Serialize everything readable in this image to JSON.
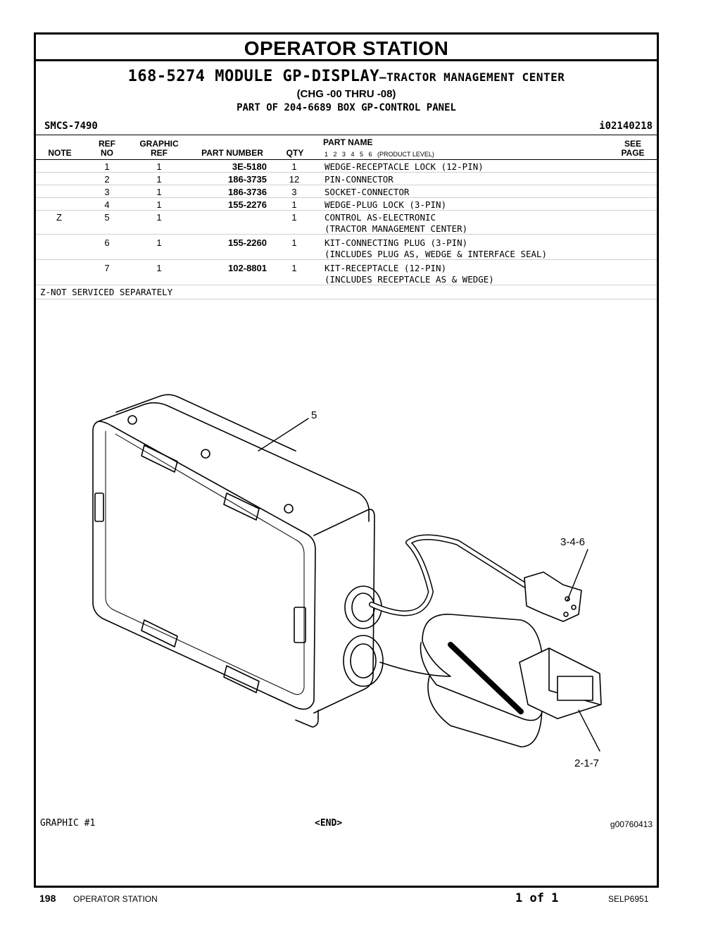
{
  "header": {
    "title": "OPERATOR STATION",
    "module_number": "168-5274 MODULE GP-DISPLAY",
    "module_suffix": "—TRACTOR MANAGEMENT CENTER",
    "chg": "(CHG -00 THRU -08)",
    "part_of": "PART OF 204-6689 BOX GP-CONTROL PANEL",
    "smcs": "SMCS-7490",
    "info_ref": "i02140218"
  },
  "columns": {
    "note": "NOTE",
    "ref_top": "REF",
    "ref_bottom": "NO",
    "graphic_top": "GRAPHIC",
    "graphic_bottom": "REF",
    "part_number": "PART NUMBER",
    "qty": "QTY",
    "part_name": "PART NAME",
    "product_level": "1   2   3   4   5   6   (PRODUCT LEVEL)",
    "see_top": "SEE",
    "see_bottom": "PAGE"
  },
  "parts": [
    {
      "note": "",
      "ref": "1",
      "gref": "1",
      "pn": "3E-5180",
      "qty": "1",
      "name": "WEDGE-RECEPTACLE LOCK (12-PIN)",
      "name2": ""
    },
    {
      "note": "",
      "ref": "2",
      "gref": "1",
      "pn": "186-3735",
      "qty": "12",
      "name": "PIN-CONNECTOR",
      "name2": ""
    },
    {
      "note": "",
      "ref": "3",
      "gref": "1",
      "pn": "186-3736",
      "qty": "3",
      "name": "SOCKET-CONNECTOR",
      "name2": ""
    },
    {
      "note": "",
      "ref": "4",
      "gref": "1",
      "pn": "155-2276",
      "qty": "1",
      "name": "WEDGE-PLUG LOCK (3-PIN)",
      "name2": ""
    },
    {
      "note": "Z",
      "ref": "5",
      "gref": "1",
      "pn": "",
      "qty": "1",
      "name": "CONTROL AS-ELECTRONIC",
      "name2": "(TRACTOR MANAGEMENT CENTER)"
    },
    {
      "note": "",
      "ref": "6",
      "gref": "1",
      "pn": "155-2260",
      "qty": "1",
      "name": "KIT-CONNECTING PLUG (3-PIN)",
      "name2": "(INCLUDES PLUG AS, WEDGE & INTERFACE SEAL)"
    },
    {
      "note": "",
      "ref": "7",
      "gref": "1",
      "pn": "102-8801",
      "qty": "1",
      "name": "KIT-RECEPTACLE (12-PIN)",
      "name2": "(INCLUDES RECEPTACLE AS & WEDGE)"
    }
  ],
  "footnote": "Z-NOT SERVICED SEPARATELY",
  "graphic": {
    "label": "GRAPHIC #1",
    "end": "<END>",
    "id": "g00760413",
    "callouts": {
      "c5": "5",
      "c346": "3-4-6",
      "c217": "2-1-7"
    }
  },
  "footer": {
    "page": "198",
    "section": "OPERATOR STATION",
    "page_of": "1 of 1",
    "doc_id": "SELP6951"
  }
}
